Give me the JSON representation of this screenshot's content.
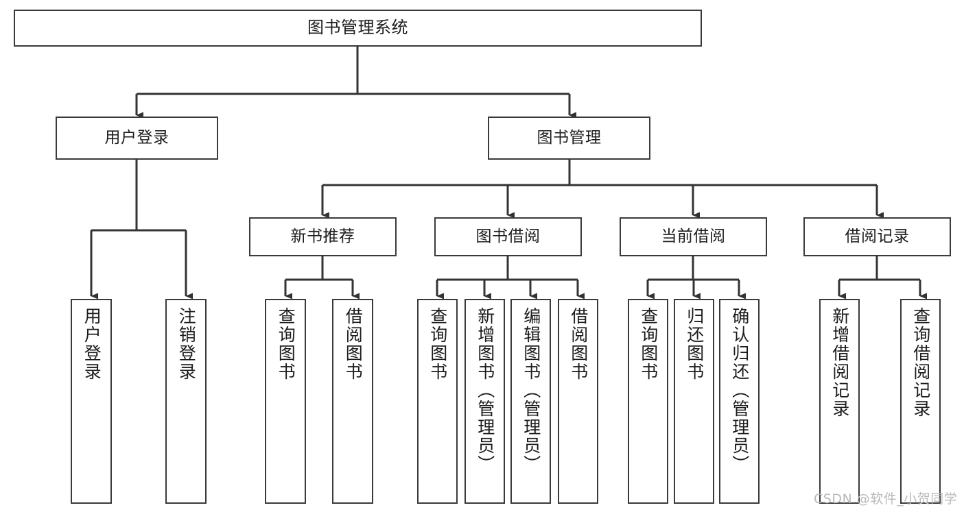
{
  "diagram": {
    "title": "图书管理系统",
    "type": "tree",
    "watermark": "CSDN @软件_小贺同学",
    "colors": {
      "border": "#3a3a3a",
      "background": "#ffffff",
      "text": "#1c1c1c",
      "edge": "#333333",
      "watermark": "#b9b9b9"
    }
  },
  "nodes": {
    "root": {
      "label": "图书管理系统"
    },
    "level1": [
      {
        "id": "user-login",
        "label": "用户登录"
      },
      {
        "id": "book-manage",
        "label": "图书管理"
      }
    ],
    "level2": [
      {
        "id": "new-book-rec",
        "label": "新书推荐"
      },
      {
        "id": "book-borrow",
        "label": "图书借阅"
      },
      {
        "id": "current-borrow",
        "label": "当前借阅"
      },
      {
        "id": "borrow-record",
        "label": "借阅记录"
      }
    ],
    "leaves": {
      "user-login": [
        {
          "id": "leaf-user-login",
          "label": "用户登录"
        },
        {
          "id": "leaf-user-logout",
          "label": "注销登录"
        }
      ],
      "new-book-rec": [
        {
          "id": "leaf-query-book-1",
          "label": "查询图书"
        },
        {
          "id": "leaf-borrow-book-1",
          "label": "借阅图书"
        }
      ],
      "book-borrow": [
        {
          "id": "leaf-query-book-2",
          "label": "查询图书"
        },
        {
          "id": "leaf-add-book",
          "label": "新增图书（管理员）"
        },
        {
          "id": "leaf-edit-book",
          "label": "编辑图书（管理员）"
        },
        {
          "id": "leaf-borrow-book-2",
          "label": "借阅图书"
        }
      ],
      "current-borrow": [
        {
          "id": "leaf-query-book-3",
          "label": "查询图书"
        },
        {
          "id": "leaf-return-book",
          "label": "归还图书"
        },
        {
          "id": "leaf-confirm-return",
          "label": "确认归还（管理员）"
        }
      ],
      "borrow-record": [
        {
          "id": "leaf-add-record",
          "label": "新增借阅记录"
        },
        {
          "id": "leaf-query-record",
          "label": "查询借阅记录"
        }
      ]
    }
  }
}
